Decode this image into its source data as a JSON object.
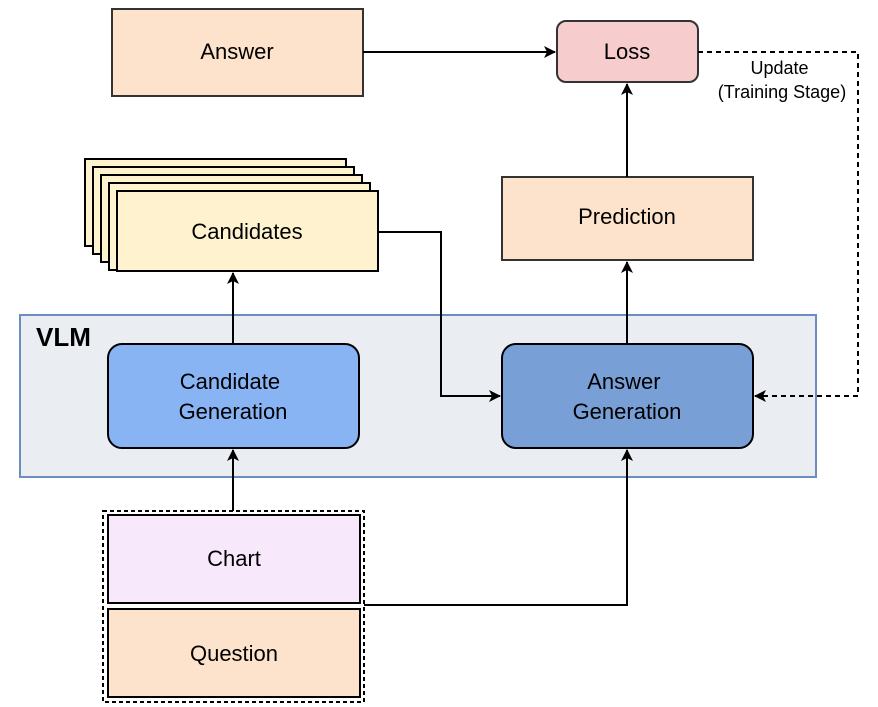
{
  "vlm_label": "VLM",
  "nodes": {
    "answer": "Answer",
    "loss": "Loss",
    "candidates": "Candidates",
    "prediction": "Prediction",
    "candidate_generation": [
      "Candidate",
      "Generation"
    ],
    "answer_generation": [
      "Answer",
      "Generation"
    ],
    "chart": "Chart",
    "question": "Question"
  },
  "edge_labels": {
    "update": [
      "Update",
      "(Training Stage)"
    ]
  },
  "colors": {
    "answer_fill": "#fde3cc",
    "loss_fill": "#f6cccc",
    "candidates_fill": "#fff3cf",
    "prediction_fill": "#fde3cc",
    "vlm_panel": "#eaedf2",
    "vlm_border": "#6c8ebf",
    "candidate_gen_fill": "#88b4f4",
    "answer_gen_fill": "#789fd6",
    "chart_fill": "#f8e8fc",
    "question_fill": "#fde3cc"
  }
}
